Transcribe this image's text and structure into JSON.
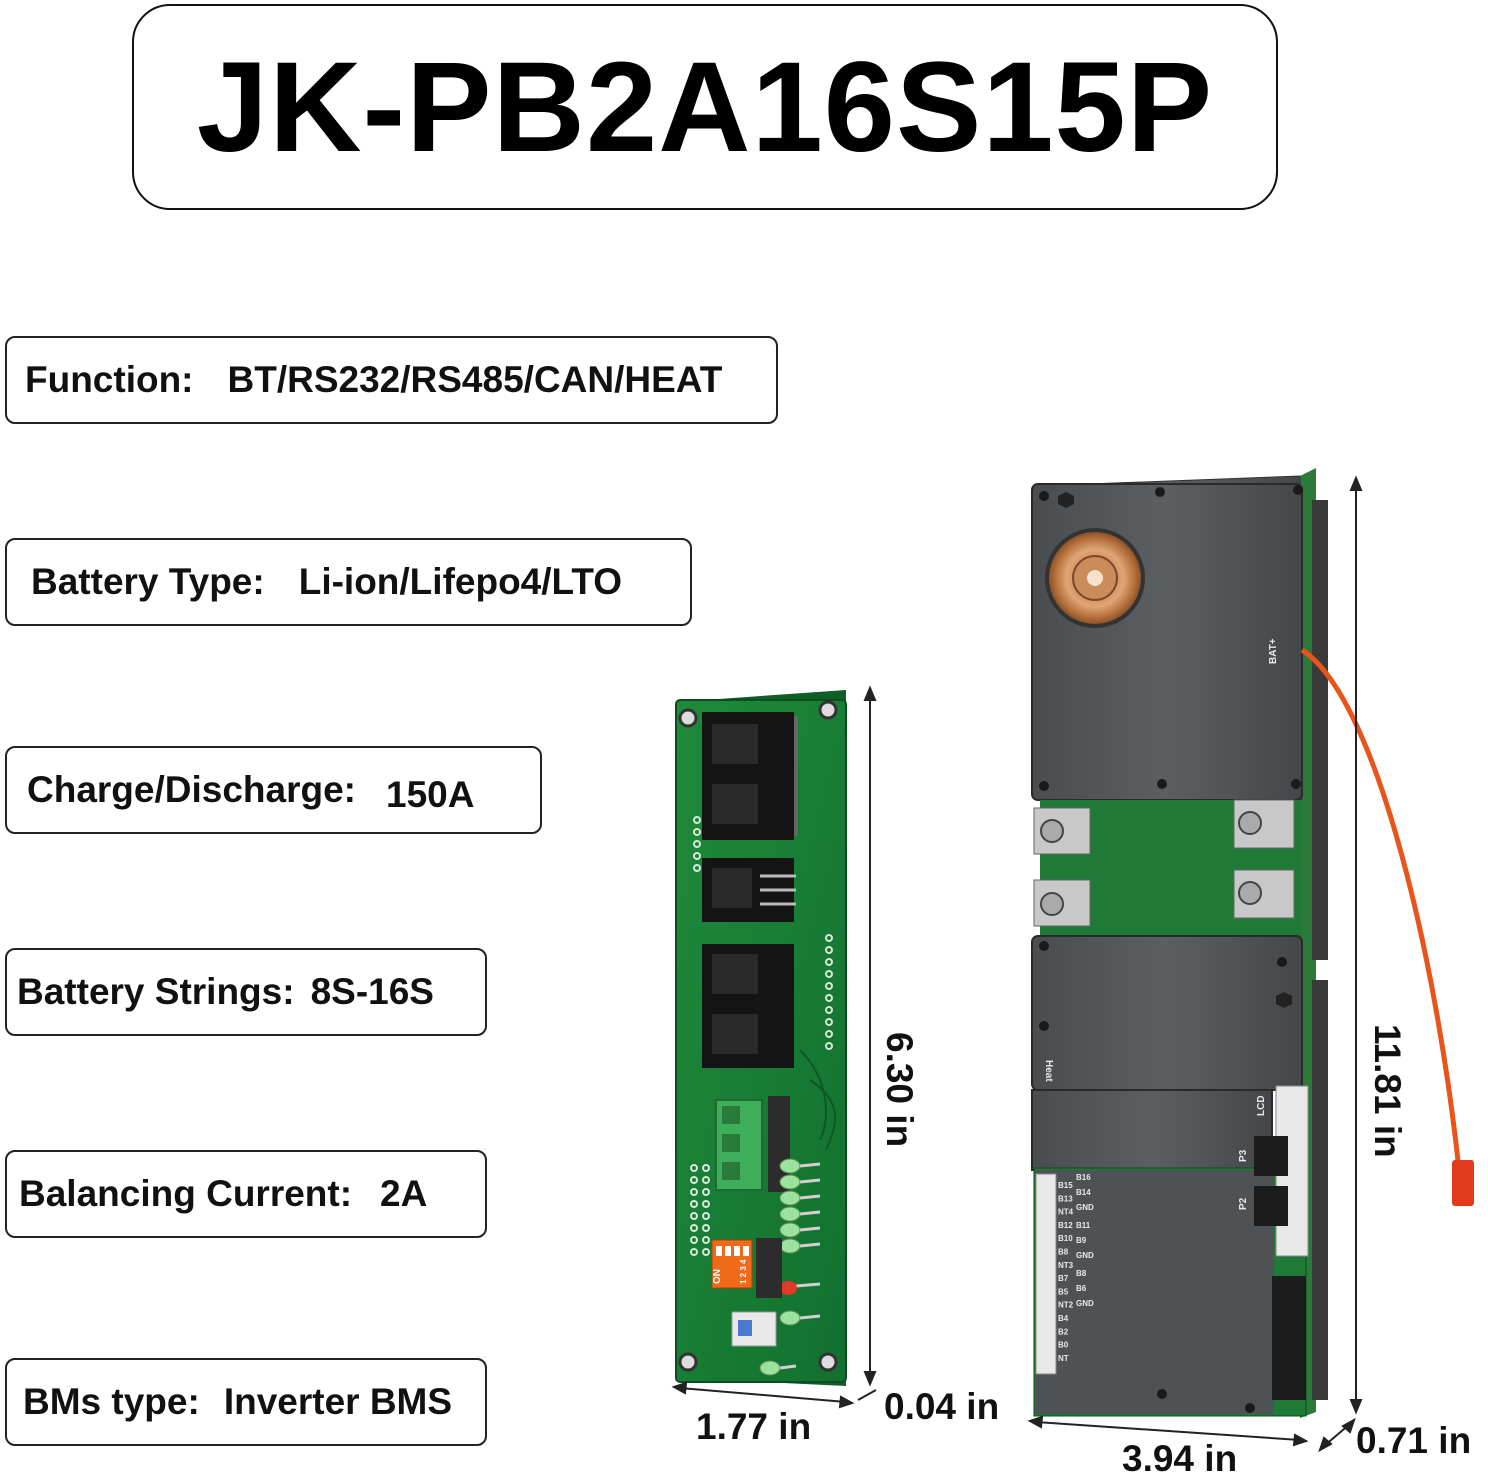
{
  "title": "JK-PB2A16S15P",
  "specs": [
    {
      "key": "Function:",
      "value": "BT/RS232/RS485/CAN/HEAT"
    },
    {
      "key": "Battery Type:",
      "value": "Li-ion/Lifepo4/LTO"
    },
    {
      "key": "Charge/Discharge:",
      "value": "150A"
    },
    {
      "key": "Battery Strings:",
      "value": "8S-16S"
    },
    {
      "key": "Balancing Current:",
      "value": "2A"
    },
    {
      "key": "BMs type:",
      "value": "Inverter BMS"
    }
  ],
  "dimensions": {
    "small_board_height": "6.30 in",
    "small_board_width": "1.77 in",
    "small_board_thickness": "0.04 in",
    "main_board_height": "11.81 in",
    "main_board_width": "3.94 in",
    "main_board_thickness": "0.71 in"
  },
  "board_labels": {
    "bat_plus": "BAT+",
    "heat": "Heat",
    "lcd": "LCD",
    "p3": "P3",
    "p2": "P2",
    "dip_on": "ON",
    "dip_numbers": "1 2 3 4",
    "pins_left": [
      "B15",
      "B13",
      "NT4",
      "B12",
      "B10",
      "B8",
      "NT3",
      "B7",
      "B5",
      "NT2",
      "B4",
      "B2",
      "B0",
      "NT"
    ],
    "pins_right": [
      "B16",
      "B14",
      "GND",
      "B11",
      "B9",
      "GND",
      "B8",
      "B6",
      "GND"
    ]
  }
}
